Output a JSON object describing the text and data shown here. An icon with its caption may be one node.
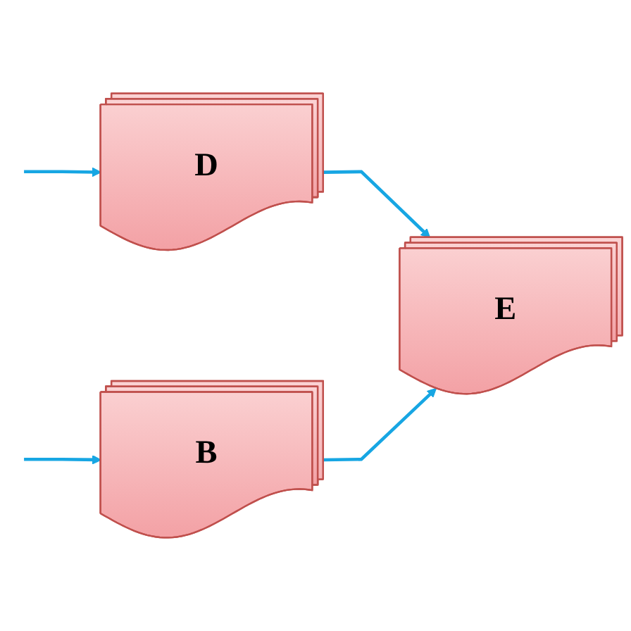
{
  "diagram": {
    "nodes": [
      {
        "text": [
          "D"
        ]
      },
      {
        "text": [
          "E"
        ]
      },
      {
        "text": [
          "B"
        ]
      }
    ],
    "edges": [
      {
        "from": null,
        "to": 0,
        "arrow": "to"
      },
      {
        "from": 0,
        "to": 1,
        "arrow": "to"
      },
      {
        "from": null,
        "to": 2,
        "arrow": "to"
      },
      {
        "from": 2,
        "to": 1,
        "arrow": "to"
      }
    ]
  }
}
